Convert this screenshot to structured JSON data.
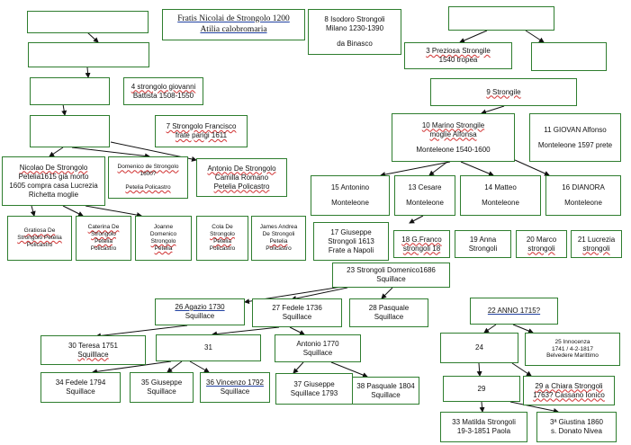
{
  "nodes": {
    "n_top1": {
      "lines": [
        ""
      ]
    },
    "n_title": {
      "lines": [
        {
          "t": "Fratis Nicolai de Strongolo  1200",
          "u": true
        },
        {
          "t": "Atilia calobromaria",
          "u": true
        }
      ]
    },
    "n8": {
      "lines": [
        "8 Isodoro Strongoli",
        "Milano 1230-1390",
        "",
        "da Binasco"
      ]
    },
    "n_top2": {
      "lines": [
        ""
      ]
    },
    "n_row2a": {
      "lines": [
        ""
      ]
    },
    "n3": {
      "lines": [
        {
          "t": "3 Preziosa Strongile",
          "w": true
        },
        "1540 tropea"
      ]
    },
    "n_row2b": {
      "lines": [
        ""
      ]
    },
    "n_row3a": {
      "lines": [
        ""
      ]
    },
    "n4": {
      "lines": [
        {
          "t": "4 strongolo giovanni",
          "w": true
        },
        "Battista 1508-1550"
      ]
    },
    "n9": {
      "lines": [
        {
          "t": "9 Strongile",
          "w": true
        }
      ]
    },
    "n_row4a": {
      "lines": [
        ""
      ]
    },
    "n7": {
      "lines": [
        {
          "t": "7 Strongolo Francisco",
          "w": true
        },
        {
          "t": "frate parigi 1611",
          "w": true
        }
      ]
    },
    "n10": {
      "lines": [
        {
          "t": "10 Marino Strongile",
          "w": true
        },
        {
          "t": "moglie Alfonsa",
          "w": true
        },
        "",
        "Monteleone 1540-1600"
      ]
    },
    "n11": {
      "lines": [
        "11 GIOVAN Alfonso",
        "",
        "Monteleone 1597 prete"
      ]
    },
    "n_nicolao": {
      "lines": [
        {
          "t": "Nicolao De Strongolo",
          "w": true
        },
        "Petelia1615 già morto",
        "1605 compra casa Lucrezia",
        "Richetta moglie"
      ]
    },
    "n_domenico": {
      "lines": [
        {
          "t": "Domenico de Strongolo",
          "w": true
        },
        "1600?",
        "",
        {
          "t": "Petelia Policastro",
          "w": true
        }
      ]
    },
    "n_antonio1": {
      "lines": [
        {
          "t": "Antonio De Strongolo",
          "w": true
        },
        "Camilla Romano",
        {
          "t": "Petelia Policastro",
          "w": true
        }
      ]
    },
    "n15": {
      "lines": [
        "15 Antonino",
        "",
        "Monteleone"
      ]
    },
    "n13": {
      "lines": [
        "13 Cesare",
        "",
        "Monteleone"
      ]
    },
    "n14": {
      "lines": [
        "14 Matteo",
        "",
        "Monteleone"
      ]
    },
    "n16": {
      "lines": [
        "16 DIANORA",
        "",
        "Monteleone"
      ]
    },
    "n_gratiosa": {
      "lines": [
        {
          "t": "Gratiosa De",
          "w": true
        },
        {
          "t": "Strongolo Petelia",
          "w": true
        },
        "Policastro"
      ]
    },
    "n_caterina": {
      "lines": [
        {
          "t": "Caterina De",
          "w": true
        },
        {
          "t": "Strongolo",
          "w": true
        },
        {
          "t": "Petelia",
          "w": true
        },
        "Policastro"
      ]
    },
    "n_joanne": {
      "lines": [
        "Joanne",
        "Domenico",
        {
          "t": "Strongolo",
          "w": true
        },
        {
          "t": "Petelia",
          "w": true
        }
      ]
    },
    "n_cola": {
      "lines": [
        "Cola De",
        {
          "t": "Strongolo",
          "w": true
        },
        {
          "t": "Petelia",
          "w": true
        },
        "Policastro"
      ]
    },
    "n_james": {
      "lines": [
        "James Andrea",
        "De Strongoli",
        {
          "t": "Petelia",
          "w": true
        },
        "Policastro"
      ]
    },
    "n17": {
      "lines": [
        "17 Giuseppe",
        "Strongoli 1613",
        "Frate a Napoli"
      ]
    },
    "n18": {
      "lines": [
        {
          "t": "18 G.Franco",
          "w": true
        },
        {
          "t": "strongoli 18",
          "w": true
        }
      ]
    },
    "n19": {
      "lines": [
        "19 Anna",
        "Strongoli"
      ]
    },
    "n20": {
      "lines": [
        "20 Marco",
        {
          "t": "strongoli",
          "w": true
        }
      ]
    },
    "n21": {
      "lines": [
        "21 Lucrezia",
        {
          "t": "strongoli",
          "w": true
        }
      ]
    },
    "n23": {
      "lines": [
        "23 Strongoli Domenico1686",
        "Squillace"
      ]
    },
    "n26": {
      "lines": [
        {
          "t": "26 Agazio  1730",
          "u": true
        },
        "Squillace"
      ]
    },
    "n27": {
      "lines": [
        "27 Fedele 1736",
        "Squillace"
      ]
    },
    "n28": {
      "lines": [
        "28 Pasquale",
        "Squillace"
      ]
    },
    "n22": {
      "lines": [
        {
          "t": "22  ANNO 1715?",
          "u": true
        }
      ]
    },
    "n30": {
      "lines": [
        "30 Teresa 1751",
        {
          "t": "Squilllace",
          "w": true
        }
      ]
    },
    "n31": {
      "lines": [
        "31"
      ]
    },
    "n_antonio1770": {
      "lines": [
        "Antonio 1770",
        "Squillace"
      ]
    },
    "n24": {
      "lines": [
        "24"
      ]
    },
    "n25": {
      "lines": [
        "25 Innocenza",
        "1741 / 4-2-1817",
        "Belvedere Marittimo"
      ]
    },
    "n34": {
      "lines": [
        "34 Fedele 1794",
        "Squillace"
      ]
    },
    "n35": {
      "lines": [
        "35 Giuseppe",
        "Squillace"
      ]
    },
    "n36": {
      "lines": [
        {
          "t": "36 Vincenzo  1792",
          "u": true
        },
        "Squillace"
      ]
    },
    "n37": {
      "lines": [
        "37 Giuseppe",
        "Squillace 1793"
      ]
    },
    "n38": {
      "lines": [
        "38 Pasquale 1804",
        "Squillace"
      ]
    },
    "n29": {
      "lines": [
        "29"
      ]
    },
    "n29a": {
      "lines": [
        {
          "t": "29 a Chiara Strongoli",
          "w": true
        },
        {
          "t": "1763? Cassano Ionico",
          "w": true
        }
      ]
    },
    "n33": {
      "lines": [
        "33 Matilda Strongoli",
        "19-3-1851    Paola"
      ]
    },
    "n3b": {
      "lines": [
        "3ª Giustina    1860",
        "s. Donato Nivea"
      ]
    }
  }
}
